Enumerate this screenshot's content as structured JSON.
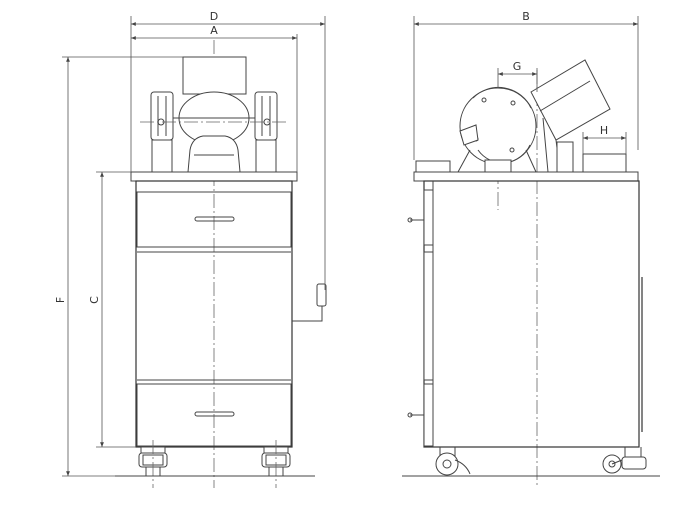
{
  "dimension_labels": {
    "A": "A",
    "B": "B",
    "C": "C",
    "D": "D",
    "F": "F",
    "G": "G",
    "H": "H"
  }
}
